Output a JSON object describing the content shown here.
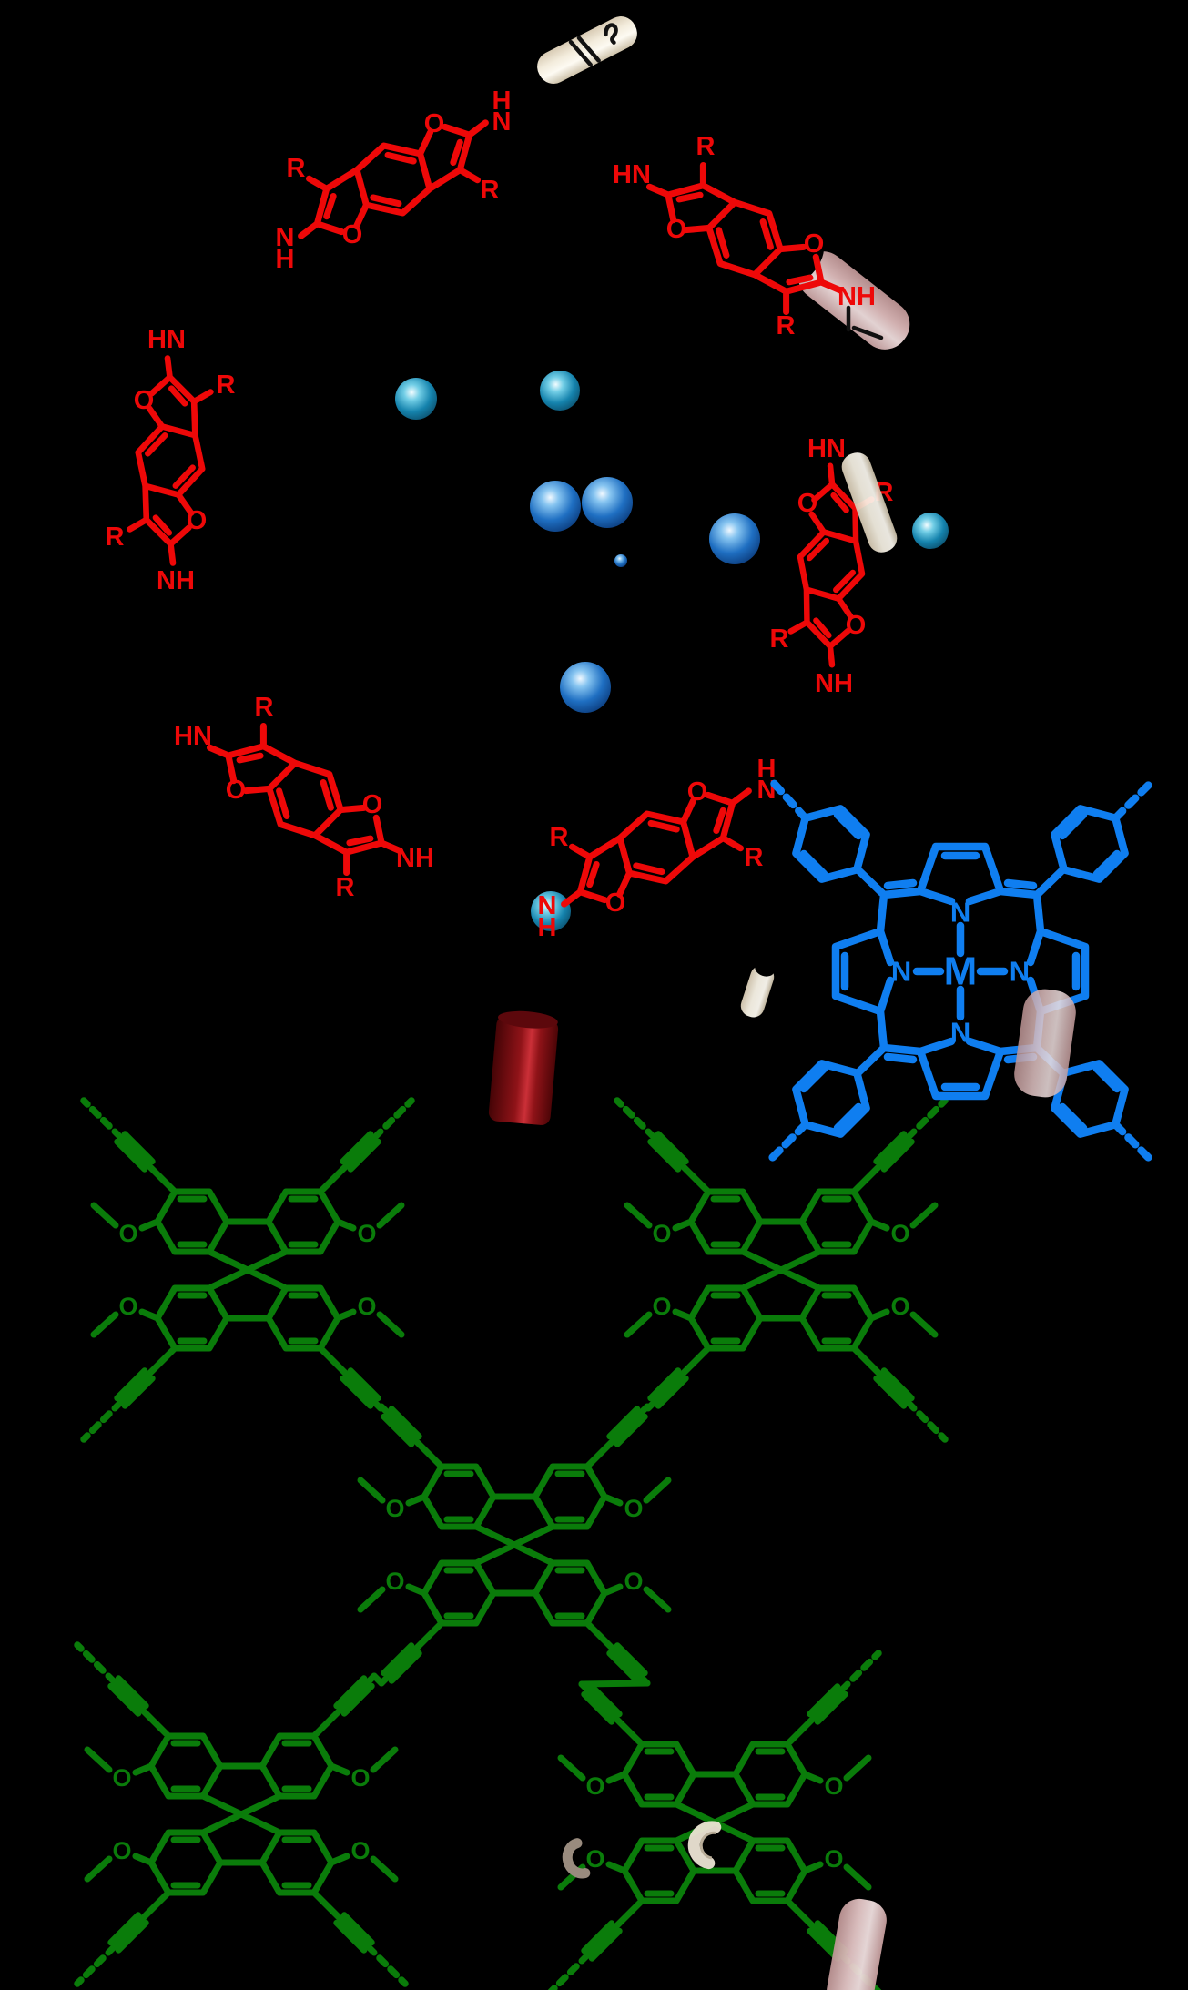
{
  "figure": {
    "description": "Chemical assembly scheme with red benzodifuran monomers, blue guest spheres, a metalloporphyrin and green spirobifluorene tetrayne framework units",
    "background": "#000000"
  },
  "atoms": {
    "O": "O",
    "R": "R",
    "NH": "NH",
    "HN": "HN",
    "N": "N",
    "H": "H",
    "M": "M"
  },
  "colors": {
    "red": "#ee0808",
    "green": "#0a7c0a",
    "blue": "#0f7ef0",
    "sphere_blue_edge": "#0a3877",
    "sphere_teal_edge": "#0b4a66",
    "dark_red_cylinder": "#8f1318",
    "cream_cylinder": "#f3ecdc",
    "pink_cylinder": "#dcb9b9",
    "black_marks": "#111111"
  },
  "components": {
    "red_monomer": "benzodifuran-diamine-monomer",
    "green_unit": "spirobifluorene-tetrayne-unit",
    "porphyrin": "metalloporphyrin",
    "sphere": "guest-sphere",
    "cylinder": "rod-guest"
  }
}
